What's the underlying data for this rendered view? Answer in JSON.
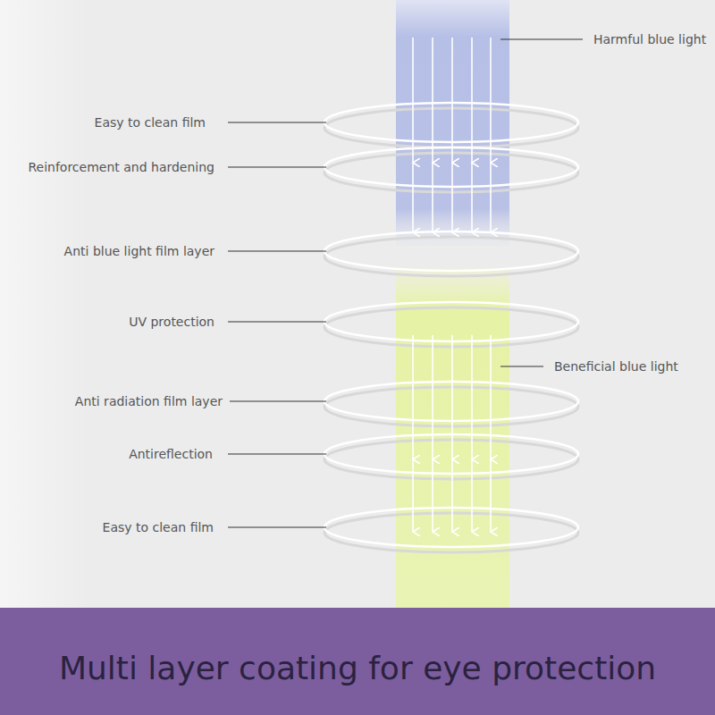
{
  "diagram": {
    "title": "Multi layer coating for eye protection",
    "labels": [
      "Harmful blue light",
      "Easy to clean film",
      "Reinforcement and hardening",
      "Anti blue light film layer",
      "UV protection",
      "Anti radiation film layer",
      "Antireflection",
      "Easy to clean film",
      "Beneficial blue light"
    ]
  }
}
